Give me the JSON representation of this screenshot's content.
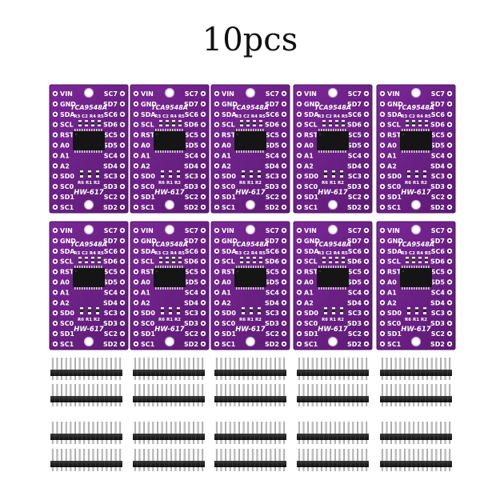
{
  "title": "10pcs",
  "board": {
    "chip_label": "TCA9548A",
    "model_label": "HW-617",
    "top_resistor_labels": "R3 C2 R4 R5",
    "bottom_resistor_labels": "R6  R1  R2",
    "left_pins": [
      "VIN",
      "GND",
      "SDA",
      "SCL",
      "RST",
      "A0",
      "A1",
      "A2",
      "SD0",
      "SC0",
      "SD1",
      "SC1"
    ],
    "right_pins": [
      "SC7",
      "SD7",
      "SC6",
      "SD6",
      "SC5",
      "SD5",
      "SC4",
      "SD4",
      "SC3",
      "SD3",
      "SC2",
      "SD2"
    ]
  },
  "colors": {
    "pcb": "#6b1f86",
    "pcb_dark": "#4e145f",
    "silkscreen": "#ffffff",
    "header_pin": "#333333"
  }
}
